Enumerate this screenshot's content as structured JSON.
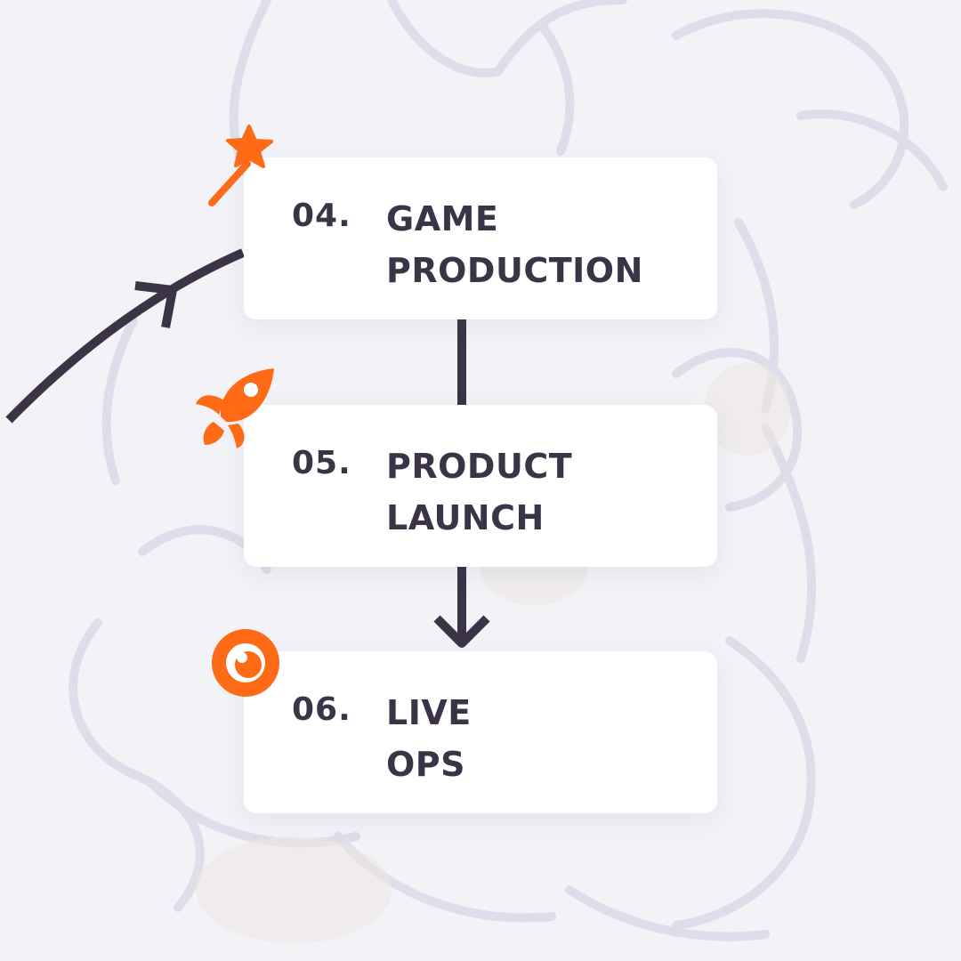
{
  "colors": {
    "ink": "#3b3447",
    "accent": "#ff6a16",
    "background": "#f3f2f7",
    "card": "#ffffff"
  },
  "steps": [
    {
      "number": "04.",
      "title_line1": "GAME",
      "title_line2": "PRODUCTION",
      "icon": "magic-wand-star-icon"
    },
    {
      "number": "05.",
      "title_line1": "PRODUCT",
      "title_line2": "LAUNCH",
      "icon": "rocket-icon"
    },
    {
      "number": "06.",
      "title_line1": "LIVE",
      "title_line2": "OPS",
      "icon": "eye-icon"
    }
  ],
  "connectors": [
    "curved-arrow-in",
    "line-04-05",
    "arrow-05-06"
  ],
  "background_art": "faded-bird-mascot-illustration"
}
